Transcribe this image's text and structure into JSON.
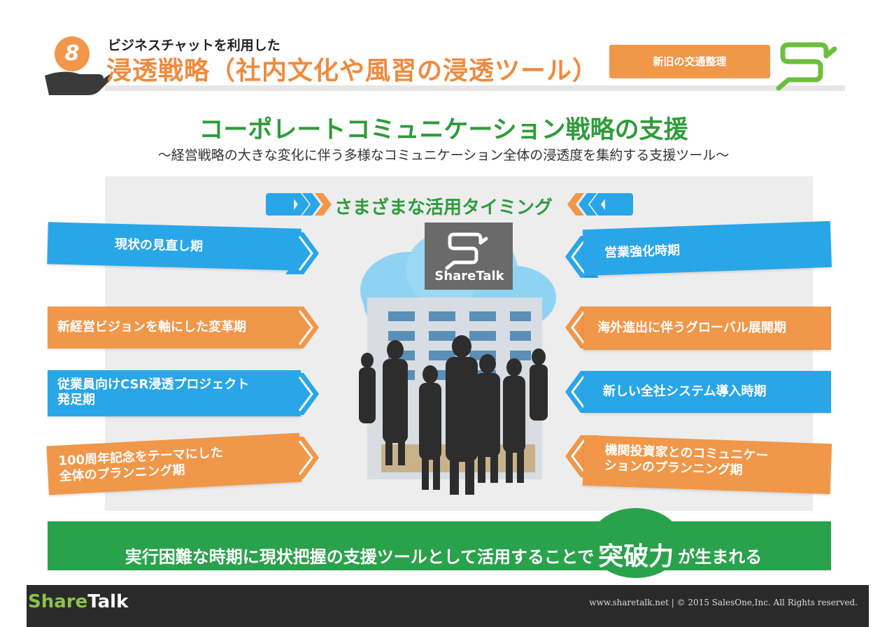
{
  "header": {
    "number": "8",
    "subtitle": "ビジネスチャットを利用した",
    "title": "浸透戦略（社内文化や風習の浸透ツール）",
    "tag": "新旧の交通整理"
  },
  "main": {
    "title": "コーポレートコミュニケーション戦略の支援",
    "subtitle": "〜経営戦略の大きな変化に伴う多様なコミュニケーション全体の浸透度を集約する支援ツール〜"
  },
  "timing": {
    "label": "さまざまな活用タイミング"
  },
  "left_items": [
    {
      "text": "現状の見直し期",
      "color": "blue"
    },
    {
      "text": "新経営ビジョンを軸にした変革期",
      "color": "orange"
    },
    {
      "text": "従業員向けCSR浸透プロジェクト\n発足期",
      "color": "blue"
    },
    {
      "text": "100周年記念をテーマにした\n全体のプランニング期",
      "color": "orange"
    }
  ],
  "right_items": [
    {
      "text": "営業強化時期",
      "color": "blue"
    },
    {
      "text": "海外進出に伴うグローバル展開期",
      "color": "orange"
    },
    {
      "text": "新しい全社システム導入時期",
      "color": "blue"
    },
    {
      "text": "機関投資家とのコミュニケー\nションのプランニング期",
      "color": "orange"
    }
  ],
  "illustration": {
    "logo_text": "ShareTalk"
  },
  "footer": {
    "before": "実行困難な時期に現状把握の支援ツールとして活用することで",
    "emphasis": "突破力",
    "after": "が生まれる"
  },
  "bottom": {
    "brand_share": "Share",
    "brand_talk": "Talk",
    "copyright": "www.sharetalk.net | © 2015 SalesOne,Inc. All Rights reserved."
  },
  "colors": {
    "green": "#2e9c3a",
    "orange": "#f0974a",
    "blue": "#29a6e8",
    "footer_green": "#2aa24c"
  }
}
